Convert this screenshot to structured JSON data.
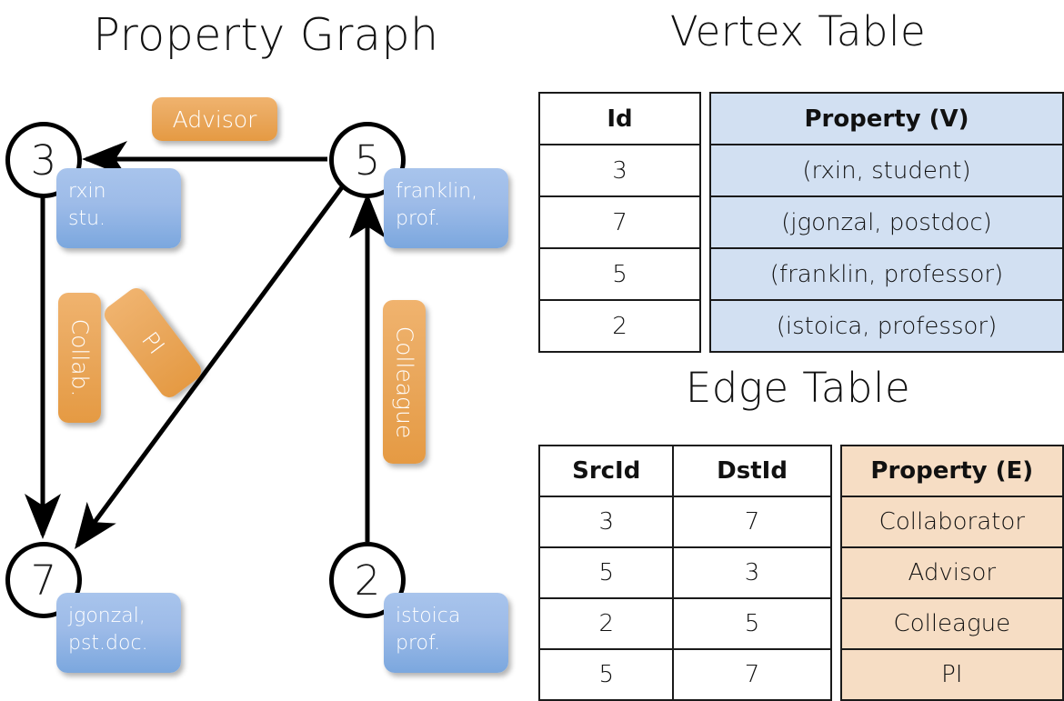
{
  "titles": {
    "property_graph": "Property Graph",
    "vertex_table": "Vertex Table",
    "edge_table": "Edge Table"
  },
  "colors": {
    "vertex_property_fill": "#d2e0f2",
    "edge_property_fill": "#f6ddc4",
    "vertex_box_blue": "#9dbbe8",
    "edge_label_orange": "#eaa95f",
    "stroke": "#000000",
    "background": "#ffffff"
  },
  "graph": {
    "nodes": [
      {
        "id": "3",
        "label": "3",
        "property_line1": "rxin",
        "property_line2": "stu."
      },
      {
        "id": "5",
        "label": "5",
        "property_line1": "franklin,",
        "property_line2": "prof."
      },
      {
        "id": "7",
        "label": "7",
        "property_line1": "jgonzal,",
        "property_line2": "pst.doc."
      },
      {
        "id": "2",
        "label": "2",
        "property_line1": "istoica",
        "property_line2": "prof."
      }
    ],
    "edge_labels": [
      {
        "name": "advisor",
        "text": "Advisor",
        "orientation": "horizontal"
      },
      {
        "name": "collab",
        "text": "Collab.",
        "orientation": "vertical"
      },
      {
        "name": "pi",
        "text": "PI",
        "orientation": "vertical-rotated"
      },
      {
        "name": "colleague",
        "text": "Colleague",
        "orientation": "vertical"
      }
    ],
    "edges": [
      {
        "from": "5",
        "to": "3",
        "label": "Advisor"
      },
      {
        "from": "3",
        "to": "7",
        "label": "Collab."
      },
      {
        "from": "5",
        "to": "7",
        "label": "PI"
      },
      {
        "from": "2",
        "to": "5",
        "label": "Colleague"
      }
    ]
  },
  "vertex_table": {
    "headers": [
      "Id",
      "Property (V)"
    ],
    "rows": [
      {
        "id": "3",
        "property": "(rxin, student)"
      },
      {
        "id": "7",
        "property": "(jgonzal, postdoc)"
      },
      {
        "id": "5",
        "property": "(franklin, professor)"
      },
      {
        "id": "2",
        "property": "(istoica, professor)"
      }
    ]
  },
  "edge_table": {
    "headers": [
      "SrcId",
      "DstId",
      "Property (E)"
    ],
    "rows": [
      {
        "src": "3",
        "dst": "7",
        "property": "Collaborator"
      },
      {
        "src": "5",
        "dst": "3",
        "property": "Advisor"
      },
      {
        "src": "2",
        "dst": "5",
        "property": "Colleague"
      },
      {
        "src": "5",
        "dst": "7",
        "property": "PI"
      }
    ]
  }
}
